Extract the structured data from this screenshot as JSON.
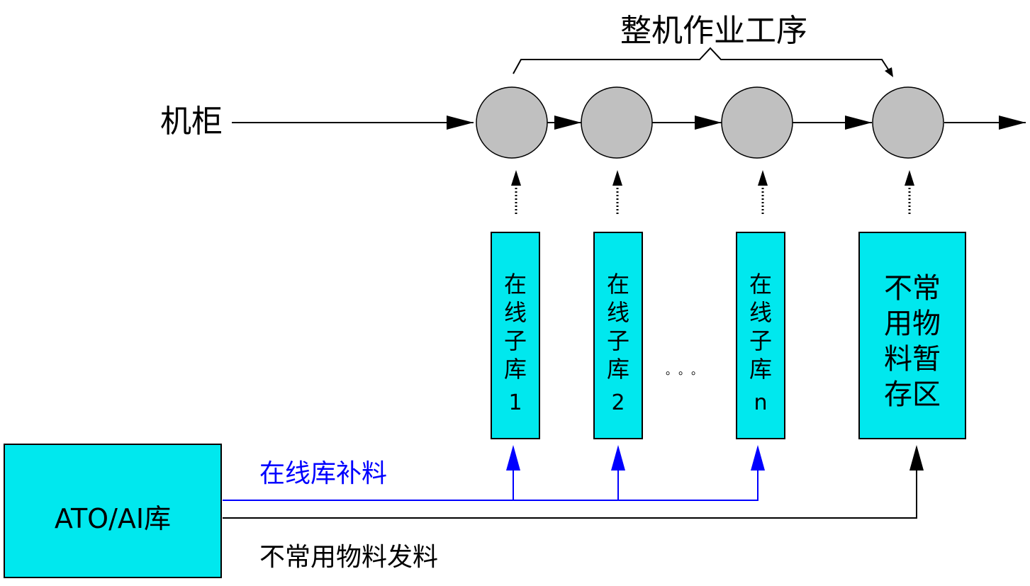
{
  "title": "整机作业工序",
  "input_label": "机柜",
  "stations": [
    {
      "id": "station-1"
    },
    {
      "id": "station-2"
    },
    {
      "id": "station-n"
    },
    {
      "id": "station-last"
    }
  ],
  "sub_warehouses": [
    {
      "chars": [
        "在",
        "线",
        "子",
        "库"
      ],
      "index": "1"
    },
    {
      "chars": [
        "在",
        "线",
        "子",
        "库"
      ],
      "index": "2"
    },
    {
      "chars": [
        "在",
        "线",
        "子",
        "库"
      ],
      "index": "n"
    }
  ],
  "ellipsis": "。。。",
  "temp_area": {
    "lines": [
      "不常",
      "用物",
      "料暂",
      "存区"
    ]
  },
  "source_box": {
    "label": "ATO/AI库"
  },
  "flows": {
    "replenish_label": "在线库补料",
    "replenish_color": "#0000ff",
    "infrequent_label": "不常用物料发料"
  },
  "colors": {
    "box_fill": "#00e8ee",
    "station_fill": "#c0c0c0"
  }
}
